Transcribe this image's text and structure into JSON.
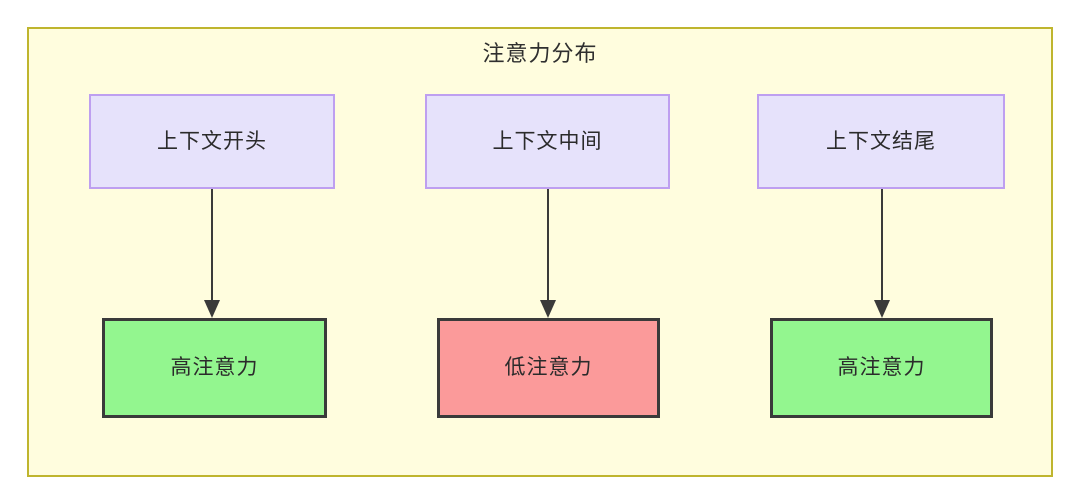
{
  "diagram": {
    "title": "注意力分布",
    "background_color": "#FFFDDE",
    "border_color": "#BFB52E",
    "context_nodes": [
      {
        "label": "上下文开头",
        "fill": "#E6E2FB",
        "stroke": "#BE9FF0"
      },
      {
        "label": "上下文中间",
        "fill": "#E6E2FB",
        "stroke": "#BE9FF0"
      },
      {
        "label": "上下文结尾",
        "fill": "#E6E2FB",
        "stroke": "#BE9FF0"
      }
    ],
    "attention_nodes": [
      {
        "label": "高注意力",
        "fill": "#93F68F",
        "stroke": "#3a3a3a",
        "level": "high"
      },
      {
        "label": "低注意力",
        "fill": "#FB9A9A",
        "stroke": "#3a3a3a",
        "level": "low"
      },
      {
        "label": "高注意力",
        "fill": "#93F68F",
        "stroke": "#3a3a3a",
        "level": "high"
      }
    ],
    "edges": [
      {
        "from": "上下文开头",
        "to": "高注意力",
        "label": ""
      },
      {
        "from": "上下文中间",
        "to": "低注意力",
        "label": ""
      },
      {
        "from": "上下文结尾",
        "to": "高注意力",
        "label": ""
      }
    ]
  }
}
